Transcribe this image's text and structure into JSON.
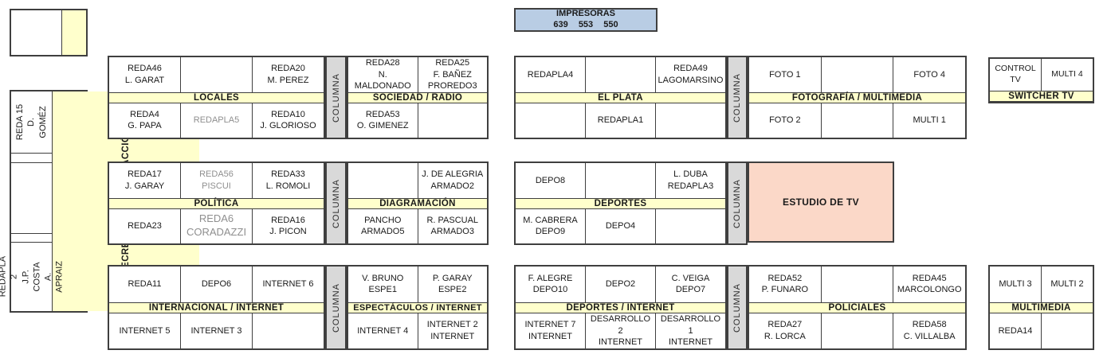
{
  "colors": {
    "band_yellow": "#ffffcc",
    "columna_gray": "#d9d9d9",
    "printer_blue": "#b9cde4",
    "studio_pink": "#fbd8c8",
    "border": "#3f3f3f"
  },
  "labels": {
    "columna": "COLUMNA"
  },
  "printer_box": {
    "title": "IMPRESORAS",
    "numbers": "639 553 550"
  },
  "sidebar": {
    "strip_label": "SECRETARIOS DE REDACCIÓN",
    "cell_top": "REDA 15\nD. GOMÉZ",
    "cell_middle": "",
    "cell_bottom": "REDAPLA 2\nJ.P. COSTA\nA. APRAIZ"
  },
  "estudio_tv": {
    "label": "ESTUDIO DE TV"
  },
  "blocks": {
    "locales": {
      "band": "LOCALES",
      "top": [
        "REDA46\nL. GARAT",
        "",
        "REDA20\nM. PEREZ"
      ],
      "bottom": [
        "REDA4\nG. PAPA",
        "REDAPLA5",
        "REDA10\nJ. GLORIOSO"
      ]
    },
    "sociedad_radio": {
      "band": "SOCIEDAD / RADIO",
      "top": [
        "REDA28\nN. MALDONADO",
        "REDA25\nF. BAÑEZ\nPROREDO3"
      ],
      "bottom": [
        "REDA53\nO. GIMENEZ",
        ""
      ]
    },
    "el_plata": {
      "band": "EL PLATA",
      "top": [
        "REDAPLA4",
        "",
        "REDA49\nLAGOMARSINO"
      ],
      "bottom": [
        "",
        "REDAPLA1",
        ""
      ]
    },
    "fotografia_multimedia": {
      "band": "FOTOGRAFÍA / MULTIMEDIA",
      "top": [
        "FOTO 1",
        "",
        "FOTO 4"
      ],
      "bottom": [
        "FOTO 2",
        "",
        "MULTI 1"
      ]
    },
    "switcher_tv": {
      "band": "SWITCHER TV",
      "top": [
        "CONTROL TV",
        "MULTI 4"
      ]
    },
    "politica": {
      "band": "POLÍTICA",
      "top": [
        "REDA17\nJ. GARAY",
        "REDA56\nPISCUI",
        "REDA33\nL. ROMOLI"
      ],
      "bottom": [
        "REDA23",
        "REDA6\nCORADAZZI",
        "REDA16\nJ. PICON"
      ]
    },
    "diagramacion": {
      "band": "DIAGRAMACIÓN",
      "top": [
        "",
        "J. DE ALEGRIA\nARMADO2"
      ],
      "bottom": [
        "PANCHO\nARMADO5",
        "R. PASCUAL\nARMADO3"
      ]
    },
    "deportes": {
      "band": "DEPORTES",
      "top": [
        "DEPO8",
        "",
        "L. DUBA\nREDAPLA3"
      ],
      "bottom": [
        "M. CABRERA\nDEPO9",
        "DEPO4",
        ""
      ]
    },
    "internacional_internet": {
      "band": "INTERNACIONAL / INTERNET",
      "top": [
        "REDA11",
        "DEPO6",
        "INTERNET 6"
      ],
      "bottom": [
        "INTERNET 5",
        "INTERNET 3",
        ""
      ]
    },
    "espectaculos_internet": {
      "band": "ESPECTÁCULOS / INTERNET",
      "top": [
        "V. BRUNO\nESPE1",
        "P. GARAY\nESPE2"
      ],
      "bottom": [
        "INTERNET 4",
        "INTERNET 2\nINTERNET"
      ]
    },
    "deportes_internet": {
      "band": "DEPORTES / INTERNET",
      "top": [
        "F. ALEGRE\nDEPO10",
        "DEPO2",
        "C. VEIGA\nDEPO7"
      ],
      "bottom": [
        "INTERNET 7\nINTERNET",
        "DESARROLLO 2\nINTERNET",
        "DESARROLLO 1\nINTERNET"
      ]
    },
    "policiales": {
      "band": "POLICIALES",
      "top": [
        "REDA52\nP. FUNARO",
        "",
        "REDA45\nMARCOLONGO"
      ],
      "bottom": [
        "REDA27\nR. LORCA",
        "",
        "REDA58\nC. VILLALBA"
      ]
    },
    "multimedia": {
      "band": "MULTIMEDIA",
      "top": [
        "MULTI 3",
        "MULTI 2"
      ],
      "bottom": [
        "REDA14",
        ""
      ]
    }
  }
}
